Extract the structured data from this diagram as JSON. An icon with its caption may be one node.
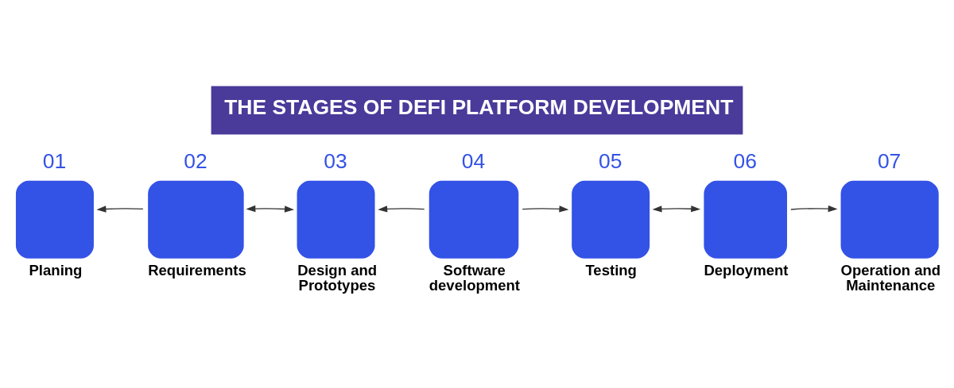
{
  "diagram": {
    "title": "THE STAGES OF DEFI PLATFORM DEVELOPMENT",
    "nodes": [
      {
        "text": [
          "01",
          "Planing"
        ]
      },
      {
        "text": [
          "02",
          "Requirements"
        ]
      },
      {
        "text": [
          "03",
          "Design and Prototypes"
        ]
      },
      {
        "text": [
          "04",
          "Software development"
        ]
      },
      {
        "text": [
          "05",
          "Testing"
        ]
      },
      {
        "text": [
          "06",
          "Deployment"
        ]
      },
      {
        "text": [
          "07",
          "Operation and Maintenance"
        ]
      }
    ],
    "edges": [
      {
        "from": 1,
        "to": 0,
        "arrow": "to"
      },
      {
        "from": 1,
        "to": 2,
        "arrow": "both"
      },
      {
        "from": 3,
        "to": 2,
        "arrow": "to"
      },
      {
        "from": 3,
        "to": 4,
        "arrow": "to"
      },
      {
        "from": 4,
        "to": 5,
        "arrow": "both"
      },
      {
        "from": 5,
        "to": 6,
        "arrow": "to"
      }
    ]
  }
}
